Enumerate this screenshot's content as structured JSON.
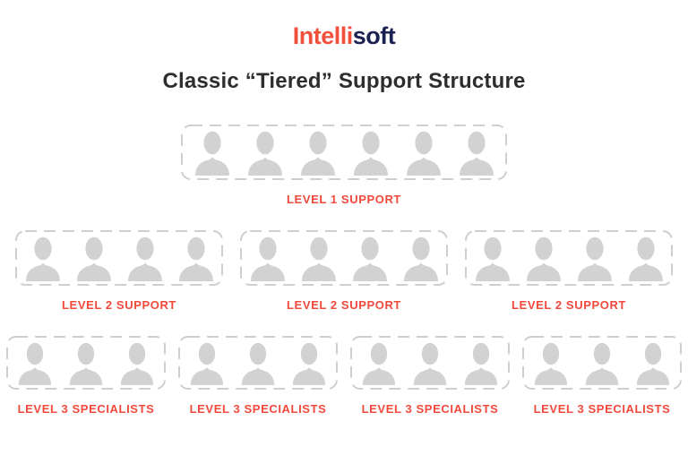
{
  "logo": {
    "part1": "Intelli",
    "part2": "soft"
  },
  "title": "Classic “Tiered” Support Structure",
  "colors": {
    "logo_primary": "#F0503C",
    "logo_secondary": "#1B2153",
    "title": "#2D2D2D",
    "tier_label": "#F1493B",
    "person": "#D2D2D2",
    "box_border": "#CFCFCF"
  },
  "tiers": [
    {
      "name": "tier-1",
      "boxes": [
        {
          "label": "LEVEL 1 SUPPORT",
          "people": 6
        }
      ]
    },
    {
      "name": "tier-2",
      "boxes": [
        {
          "label": "LEVEL 2 SUPPORT",
          "people": 4
        },
        {
          "label": "LEVEL 2 SUPPORT",
          "people": 4
        },
        {
          "label": "LEVEL 2 SUPPORT",
          "people": 4
        }
      ]
    },
    {
      "name": "tier-3",
      "boxes": [
        {
          "label": "LEVEL 3 SPECIALISTS",
          "people": 3
        },
        {
          "label": "LEVEL 3 SPECIALISTS",
          "people": 3
        },
        {
          "label": "LEVEL 3 SPECIALISTS",
          "people": 3
        },
        {
          "label": "LEVEL 3 SPECIALISTS",
          "people": 3
        }
      ]
    }
  ]
}
